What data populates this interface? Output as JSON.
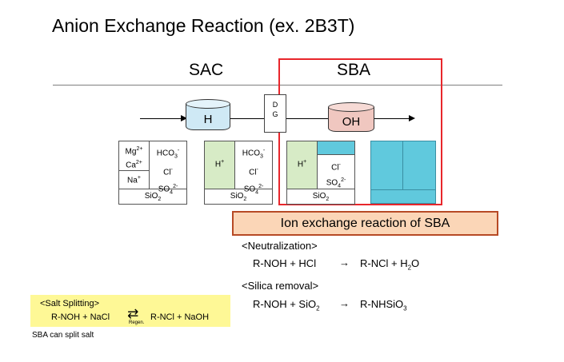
{
  "title": "Anion Exchange Reaction (ex. 2B3T)",
  "sections": {
    "sac": "SAC",
    "sba": "SBA"
  },
  "columns": {
    "sac_resin": "H",
    "sba_resin": "OH",
    "degasifier": "D\nG"
  },
  "tables": {
    "raw": {
      "mg": "Mg",
      "mg_charge": "2+",
      "ca": "Ca",
      "ca_charge": "2+",
      "na": "Na",
      "na_charge": "+",
      "hco3": "HCO",
      "hco3_sub": "3",
      "hco3_charge": "-",
      "cl": "Cl",
      "cl_charge": "-",
      "so4": "SO",
      "so4_sub": "4",
      "so4_charge": "2-",
      "sio2": "SiO",
      "sio2_sub": "2"
    },
    "after_sac": {
      "h": "H",
      "h_charge": "+",
      "hco3": "HCO",
      "hco3_sub": "3",
      "hco3_charge": "-",
      "cl": "Cl",
      "cl_charge": "-",
      "so4": "SO",
      "so4_sub": "4",
      "so4_charge": "2-",
      "sio2": "SiO",
      "sio2_sub": "2"
    },
    "sba": {
      "h": "H",
      "h_charge": "+",
      "cl": "Cl",
      "cl_charge": "-",
      "so4": "SO",
      "so4_sub": "4",
      "so4_charge": "2-",
      "sio2": "SiO",
      "sio2_sub": "2"
    }
  },
  "ion_exchange_title": "Ion exchange reaction of SBA",
  "neutralization": {
    "heading": "<Neutralization>",
    "lhs": "R-NOH + HCl",
    "arrow": "→",
    "rhs": "R-NCl + H",
    "rhs_sub": "2",
    "rhs_tail": "O"
  },
  "silica": {
    "heading": "<Silica removal>",
    "lhs": "R-NOH + SiO",
    "lhs_sub": "2",
    "arrow": "→",
    "rhs": "R-NHSiO",
    "rhs_sub": "3"
  },
  "salt_splitting": {
    "heading": "<Salt Splitting>",
    "lhs": "R-NOH + NaCl",
    "arrow": "⇄",
    "regen": "Regen.",
    "rhs": "R-NCl + NaOH"
  },
  "footnote": "SBA can split salt",
  "colors": {
    "sba_frame": "#e8262b",
    "sac_cylinder": "#cfe9f5",
    "sba_cylinder": "#f0c7c0",
    "green": "#d7ebc6",
    "cyan": "#60c9dd",
    "ion_box": "#fbd6b7",
    "salt_box": "#fef896"
  }
}
